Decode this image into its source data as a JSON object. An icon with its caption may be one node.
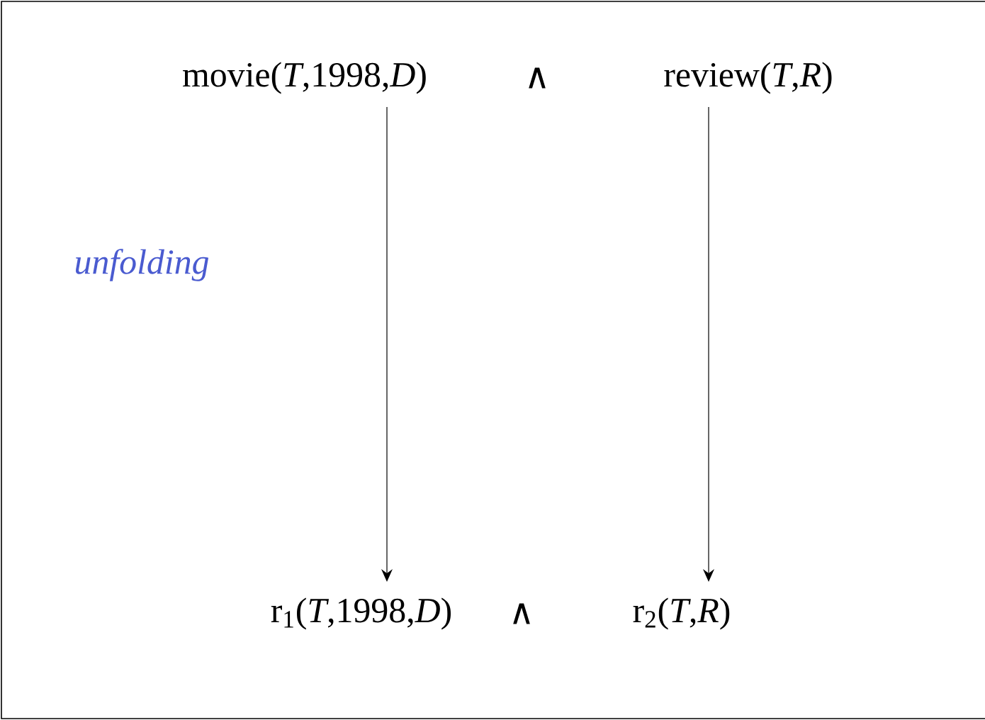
{
  "diagram": {
    "nodes": [
      {
        "text": [
          "movie(*T*,1998,*D*)"
        ]
      },
      {
        "text": [
          "review(*T*,*R*)"
        ]
      },
      {
        "text": [
          "r$_{1}$(*T*,1998,*D*)"
        ]
      },
      {
        "text": [
          "r$_{2}$(*T*,*R*)"
        ]
      }
    ],
    "edges": [
      {
        "from": 0,
        "to": 2,
        "arrow": "to"
      },
      {
        "from": 1,
        "to": 3,
        "arrow": "to"
      }
    ],
    "labels": [
      "∧",
      "unfolding",
      "∧"
    ]
  }
}
